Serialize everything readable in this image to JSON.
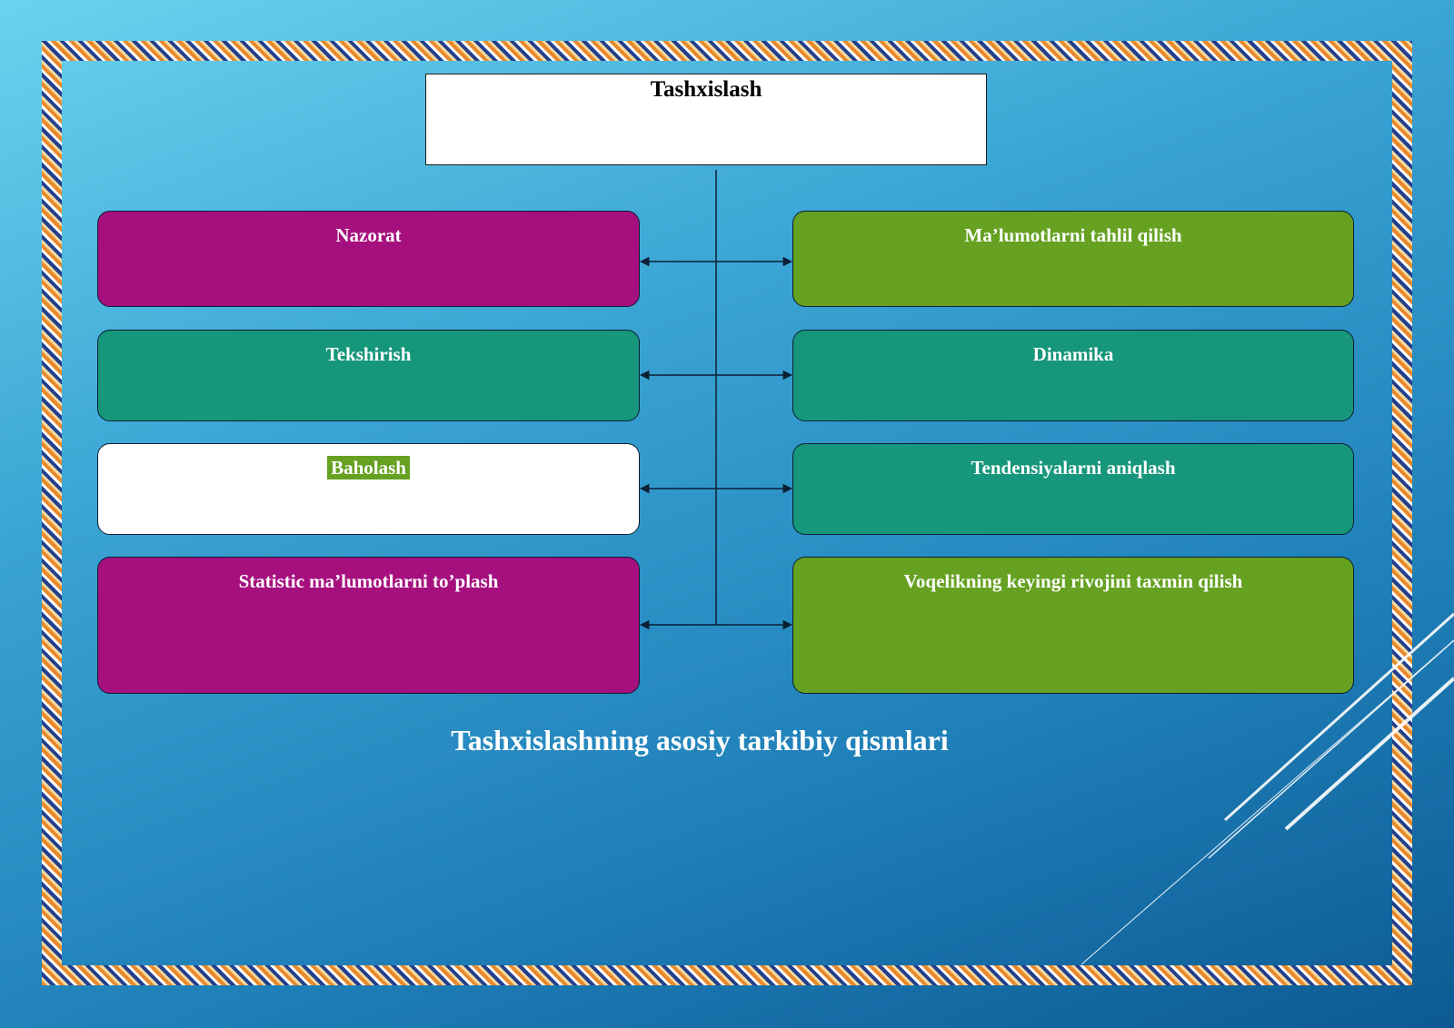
{
  "diagram": {
    "root": {
      "label": "Tashxislash"
    },
    "left_nodes": [
      {
        "label": "Nazorat",
        "color": "#a5107e"
      },
      {
        "label": "Tekshirish",
        "color": "#16967a"
      },
      {
        "label": "Baholash",
        "color": "#ffffff",
        "label_highlight": "#66a122"
      },
      {
        "label": "Statistic ma’lumotlarni to’plash",
        "color": "#a5107e"
      }
    ],
    "right_nodes": [
      {
        "label": "Ma’lumotlarni tahlil qilish",
        "color": "#66a122"
      },
      {
        "label": "Dinamika",
        "color": "#16967a"
      },
      {
        "label": "Tendensiyalarni aniqlash",
        "color": "#16967a"
      },
      {
        "label": "Voqelikning keyingi rivojini taxmin qilish",
        "color": "#66a122"
      }
    ],
    "caption": "Tashxislashning asosiy tarkibiy qismlari"
  }
}
